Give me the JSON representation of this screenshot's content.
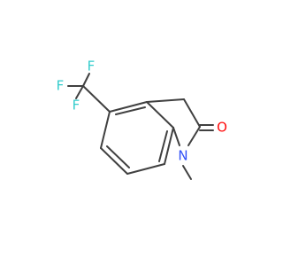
{
  "structure": {
    "atoms": [
      {
        "id": "F1",
        "label": "F",
        "color": "#33cccc"
      },
      {
        "id": "F2",
        "label": "F",
        "color": "#33cccc"
      },
      {
        "id": "F3",
        "label": "F",
        "color": "#33cccc"
      },
      {
        "id": "N",
        "label": "N",
        "color": "#3050f8"
      },
      {
        "id": "O",
        "label": "O",
        "color": "#ff0d0d"
      }
    ],
    "bond_color": "#404040"
  }
}
